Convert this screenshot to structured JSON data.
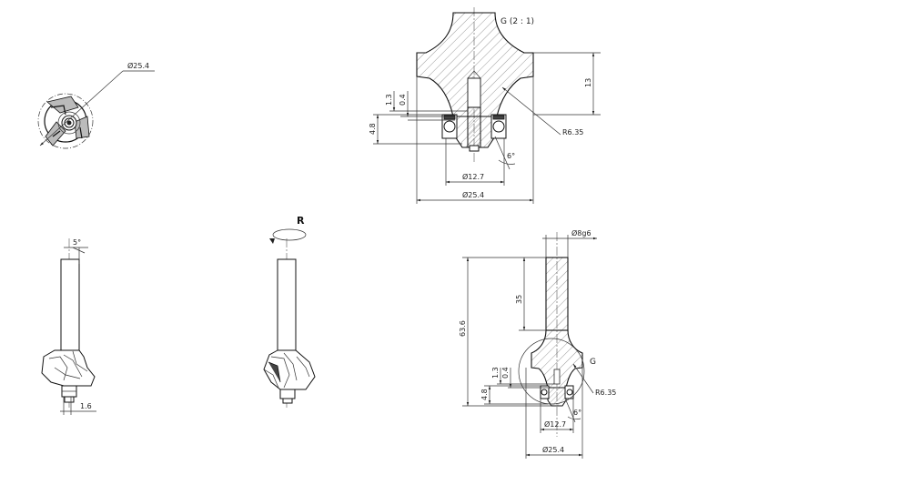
{
  "views": {
    "top_view": {
      "diameter": "Ø25.4"
    },
    "side_view": {
      "angle": "5°",
      "width": "1.6"
    },
    "iso_view": {
      "rotation": "R"
    },
    "detail_g": {
      "title": "G (2 : 1)",
      "height": "13",
      "radius": "R6.35",
      "dim_1_3": "1.3",
      "dim_0_4": "0.4",
      "dim_4_8": "4.8",
      "angle": "6°",
      "bearing_dia": "Ø12.7",
      "outer_dia": "Ø25.4"
    },
    "section": {
      "shank_dia": "Ø8g6",
      "total_length": "63.6",
      "shank_length": "35",
      "detail_ref": "G",
      "dim_1_3": "1.3",
      "dim_0_4": "0.4",
      "dim_4_8": "4.8",
      "radius": "R6.35",
      "angle": "6°",
      "bearing_dia": "Ø12.7",
      "outer_dia": "Ø25.4"
    }
  }
}
